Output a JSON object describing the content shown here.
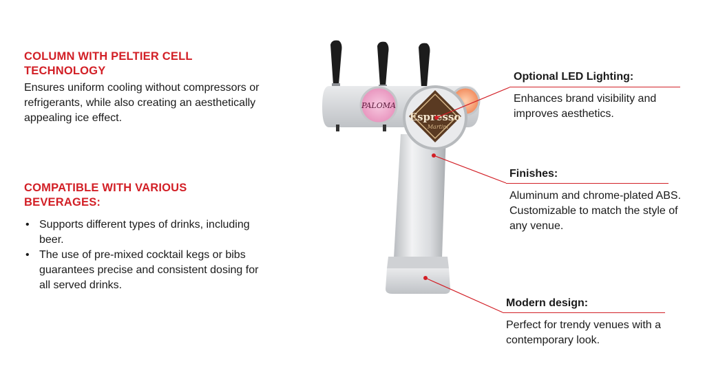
{
  "left": {
    "section1": {
      "heading": "COLUMN WITH PELTIER CELL TECHNOLOGY",
      "body": "Ensures uniform cooling without compressors or refrigerants, while also creating an aesthetically appealing ice effect."
    },
    "section2": {
      "heading": "COMPATIBLE WITH VARIOUS BEVERAGES:",
      "bullets": [
        "Supports different types of drinks, including beer.",
        "The use of pre-mixed cocktail kegs or bibs guarantees precise and consistent dosing for all served drinks."
      ],
      "bullet_char": "•"
    }
  },
  "callouts": {
    "led": {
      "title": "Optional LED Lighting:",
      "text": "Enhances brand visibility and improves aesthetics."
    },
    "finishes": {
      "title": "Finishes:",
      "text": "Aluminum and chrome-plated ABS. Customizable to match the style of any venue."
    },
    "design": {
      "title": "Modern design:",
      "text": "Perfect for trendy venues with a contemporary look."
    }
  },
  "product": {
    "medallion_left": "PALOMA",
    "medallion_center": "Espresso",
    "medallion_center_sub": "Martini"
  },
  "colors": {
    "accent": "#d21f26",
    "text": "#1a1a1a"
  }
}
